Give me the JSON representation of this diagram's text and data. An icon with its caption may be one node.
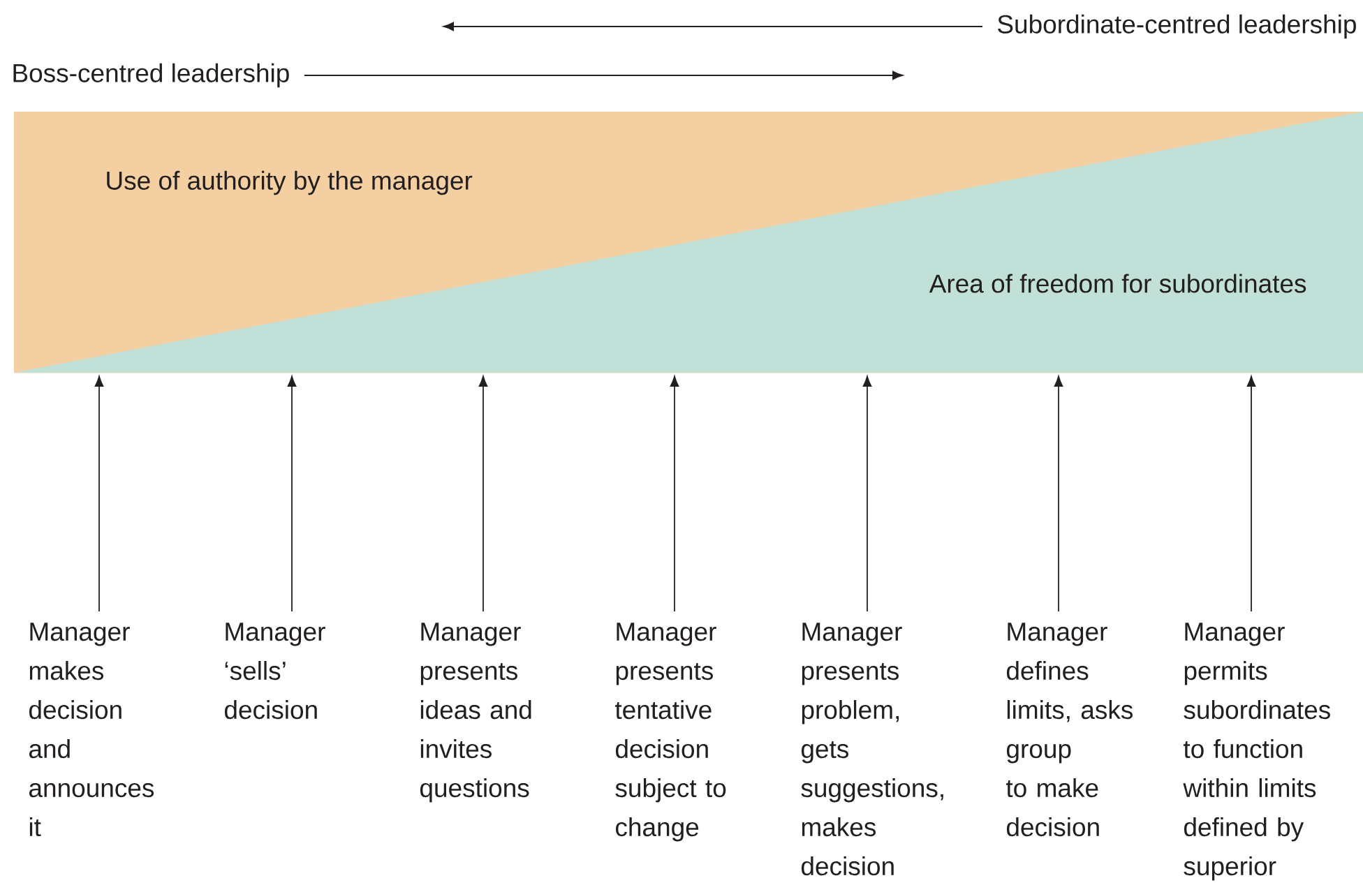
{
  "diagram": {
    "nodes": [
      {
        "text": [
          "Subordinate-centred leadership"
        ]
      },
      {
        "text": [
          "Boss-centred leadership"
        ]
      },
      {
        "text": [],
        "shape": "box"
      },
      {
        "text": [
          "Use of authority by the manager"
        ],
        "in": 2
      },
      {
        "text": [
          "Area of freedom for subordinates"
        ],
        "in": 2
      },
      {
        "text": [
          "Manager makes decision and announces it"
        ]
      },
      {
        "text": [
          "Manager ‘sells’ decision"
        ]
      },
      {
        "text": [
          "Manager presents ideas and invites questions"
        ]
      },
      {
        "text": [
          "Manager presents tentative decision subject to change"
        ]
      },
      {
        "text": [
          "Manager presents problem, gets suggestions, makes decision"
        ]
      },
      {
        "text": [
          "Manager defines limits, asks group to make decision"
        ]
      },
      {
        "text": [
          "Manager permits subordinates to function within limits defined by superior"
        ]
      }
    ],
    "edges": [
      {
        "from": 0,
        "to": null,
        "arrow": "to"
      },
      {
        "from": 1,
        "to": null,
        "arrow": "to"
      },
      {
        "from": 5,
        "to": 2,
        "arrow": "to"
      },
      {
        "from": 6,
        "to": 2,
        "arrow": "to"
      },
      {
        "from": 7,
        "to": 2,
        "arrow": "to"
      },
      {
        "from": 8,
        "to": 2,
        "arrow": "to"
      },
      {
        "from": 9,
        "to": 2,
        "arrow": "to"
      },
      {
        "from": 10,
        "to": 2,
        "arrow": "to"
      },
      {
        "from": 11,
        "to": 2,
        "arrow": "to"
      }
    ]
  }
}
